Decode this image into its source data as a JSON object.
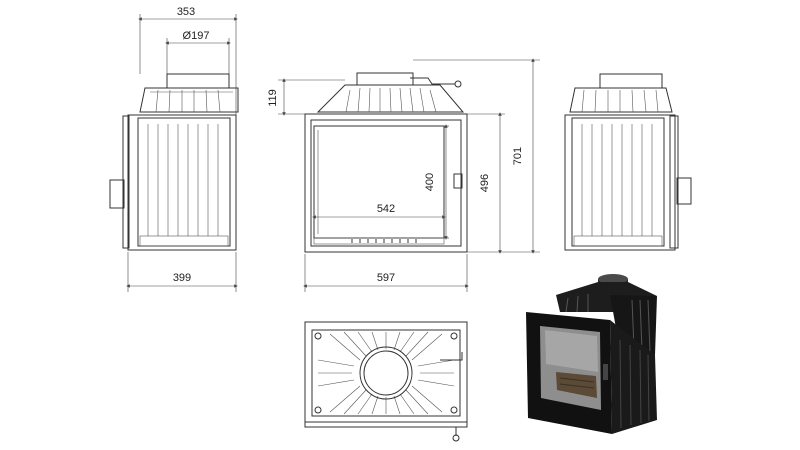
{
  "drawing": {
    "dimensions": {
      "side_top_width": "353",
      "flue_diameter": "Ø197",
      "side_base_width": "399",
      "front_top_offset": "119",
      "front_opening_height": "400",
      "front_body_height": "496",
      "total_height": "701",
      "front_opening_width": "542",
      "front_total_width": "597"
    },
    "views": [
      "left-side-view",
      "front-view",
      "right-side-view",
      "top-view",
      "3d-render"
    ]
  }
}
